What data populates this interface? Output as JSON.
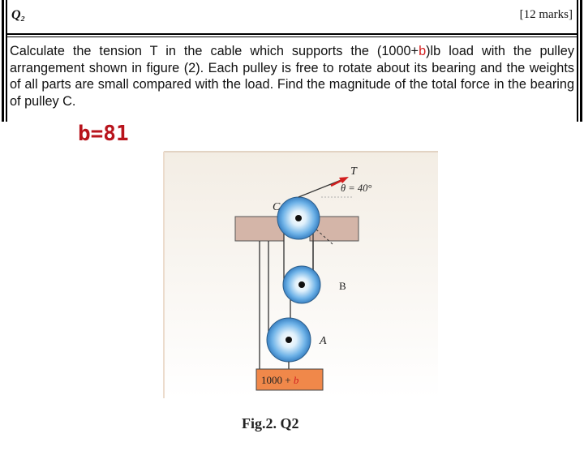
{
  "question": {
    "label": "Q₂",
    "marks": "[12 marks]",
    "text_part1": "Calculate the tension T in the cable which supports the (1000+",
    "text_var": "b",
    "text_part2": ")lb load with the pulley arrangement shown in figure (2). Each pulley is free to rotate about its bearing and the weights of all parts are small compared with the load. Find the magnitude of the total force in the bearing of pulley C."
  },
  "given": {
    "b_value": "b=81"
  },
  "figure": {
    "tension_label": "T",
    "angle_label": "θ = 40°",
    "pulley_c_label": "C",
    "pulley_b_label": "B",
    "pulley_a_label": "A",
    "load_text": "1000 + ",
    "load_var": "b",
    "caption": "Fig.2. Q2"
  },
  "colors": {
    "accent_red": "#d21f1f",
    "load_box": "#f0884a",
    "support_block": "#d4b5a8",
    "pulley_blue": "#6fb3e8"
  }
}
